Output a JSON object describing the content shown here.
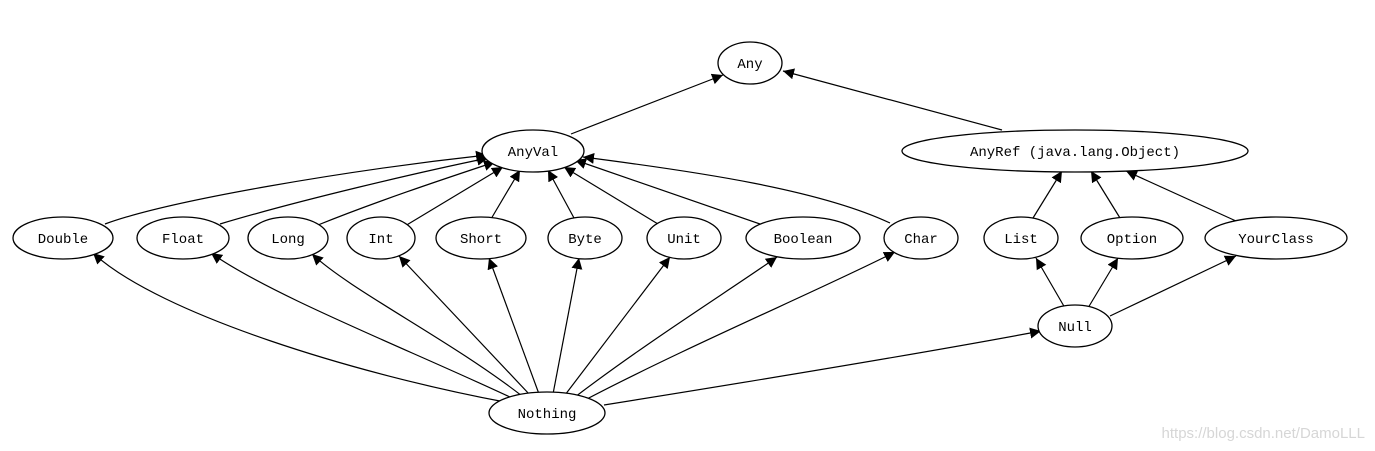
{
  "nodes": {
    "any": "Any",
    "anyval": "AnyVal",
    "anyref": "AnyRef (java.lang.Object)",
    "double": "Double",
    "float": "Float",
    "long": "Long",
    "int": "Int",
    "short": "Short",
    "byte": "Byte",
    "unit": "Unit",
    "boolean": "Boolean",
    "char": "Char",
    "list": "List",
    "option": "Option",
    "yourclass": "YourClass",
    "null": "Null",
    "nothing": "Nothing"
  },
  "edges": [
    {
      "from": "anyval",
      "to": "any"
    },
    {
      "from": "anyref",
      "to": "any"
    },
    {
      "from": "double",
      "to": "anyval"
    },
    {
      "from": "float",
      "to": "anyval"
    },
    {
      "from": "long",
      "to": "anyval"
    },
    {
      "from": "int",
      "to": "anyval"
    },
    {
      "from": "short",
      "to": "anyval"
    },
    {
      "from": "byte",
      "to": "anyval"
    },
    {
      "from": "unit",
      "to": "anyval"
    },
    {
      "from": "boolean",
      "to": "anyval"
    },
    {
      "from": "char",
      "to": "anyval"
    },
    {
      "from": "list",
      "to": "anyref"
    },
    {
      "from": "option",
      "to": "anyref"
    },
    {
      "from": "yourclass",
      "to": "anyref"
    },
    {
      "from": "null",
      "to": "list"
    },
    {
      "from": "null",
      "to": "option"
    },
    {
      "from": "null",
      "to": "yourclass"
    },
    {
      "from": "nothing",
      "to": "double"
    },
    {
      "from": "nothing",
      "to": "float"
    },
    {
      "from": "nothing",
      "to": "long"
    },
    {
      "from": "nothing",
      "to": "int"
    },
    {
      "from": "nothing",
      "to": "short"
    },
    {
      "from": "nothing",
      "to": "byte"
    },
    {
      "from": "nothing",
      "to": "unit"
    },
    {
      "from": "nothing",
      "to": "boolean"
    },
    {
      "from": "nothing",
      "to": "char"
    },
    {
      "from": "nothing",
      "to": "null"
    }
  ],
  "watermark": "https://blog.csdn.net/DamoLLL"
}
